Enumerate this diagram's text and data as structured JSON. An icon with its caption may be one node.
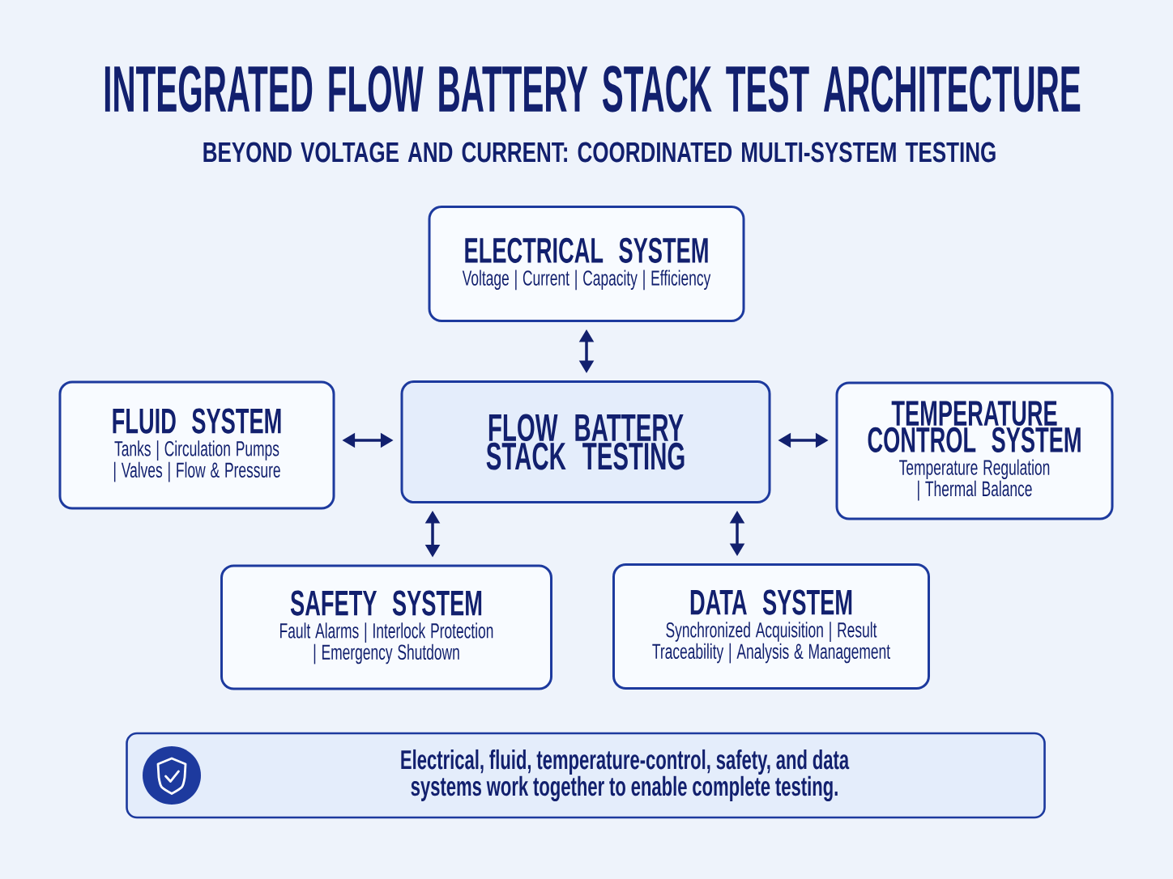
{
  "diagram": {
    "title": "INTEGRATED FLOW BATTERY STACK TEST ARCHITECTURE",
    "nodes": [
      {
        "text": [
          "ELECTRICAL SYSTEM",
          "Voltage | Current | Capacity | Efficiency"
        ]
      },
      {
        "text": [
          "FLUID SYSTEM",
          "Tanks | Circulation Pumps | Valves | Flow & Pressure"
        ]
      },
      {
        "text": [
          "FLOW BATTERY STACK TESTING"
        ]
      },
      {
        "text": [
          "TEMPERATURE CONTROL SYSTEM",
          "Temperature Regulation | Thermal Balance"
        ]
      },
      {
        "text": [
          "SAFETY SYSTEM",
          "Fault Alarms | Interlock Protection | Emergency Shutdown"
        ]
      },
      {
        "text": [
          "DATA SYSTEM",
          "Synchronized Acquisition | Result Traceability | Analysis & Management"
        ]
      },
      {
        "text": [
          "Electrical, fluid, temperature-control, safety, and data systems work together to enable complete testing."
        ]
      }
    ],
    "edges": [
      {
        "from": 2,
        "to": 0,
        "arrow": "both"
      },
      {
        "from": 2,
        "to": 1,
        "arrow": "both"
      },
      {
        "from": 2,
        "to": 3,
        "arrow": "both"
      },
      {
        "from": 2,
        "to": 4,
        "arrow": "both"
      },
      {
        "from": 2,
        "to": 5,
        "arrow": "both"
      }
    ],
    "labels": [
      "BEYOND VOLTAGE AND CURRENT: COORDINATED MULTI-SYSTEM TESTING"
    ]
  }
}
